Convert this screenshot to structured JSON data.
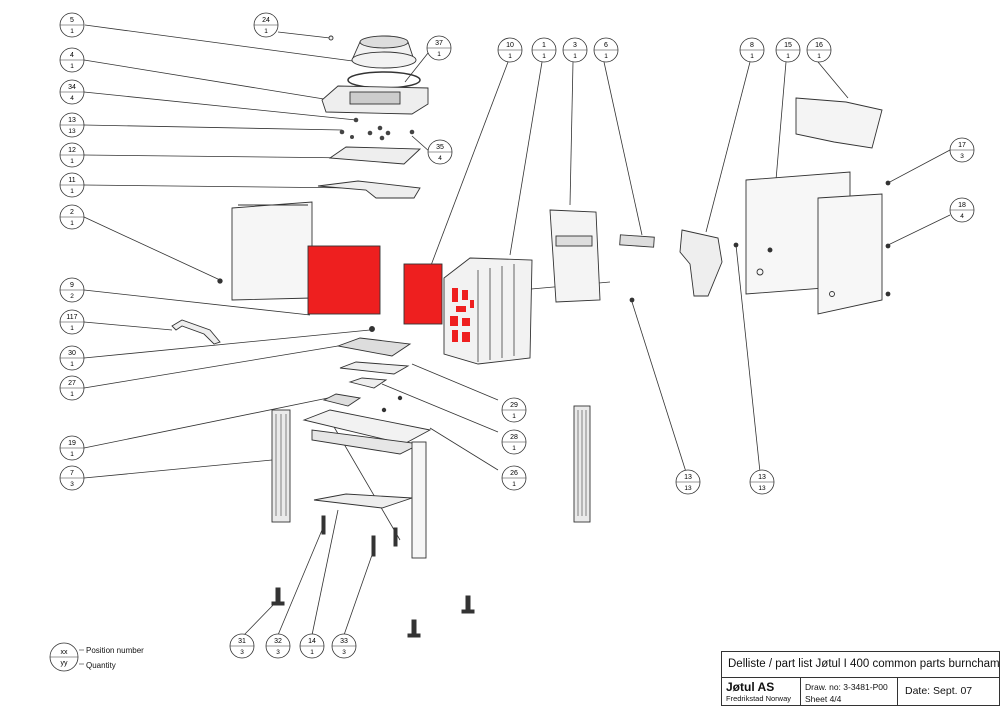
{
  "title_block": {
    "title": "Delliste / part list Jøtul I 400  common parts burnchamber",
    "company": "Jøtul AS",
    "location": "Fredrikstad Norway",
    "drawing_no": "Draw. no: 3-3481-P00",
    "sheet": "Sheet 4/4",
    "date": "Date: Sept. 07"
  },
  "legend": {
    "top": "xx",
    "bottom": "yy",
    "position_label": "Position number",
    "quantity_label": "Quantity"
  },
  "colors": {
    "highlight": "#ee1f1f",
    "line": "#333333",
    "part_fill": "#f2f2f2"
  },
  "balloons": [
    {
      "pos": "5",
      "qty": "1"
    },
    {
      "pos": "24",
      "qty": "1"
    },
    {
      "pos": "37",
      "qty": "1"
    },
    {
      "pos": "4",
      "qty": "1"
    },
    {
      "pos": "34",
      "qty": "4"
    },
    {
      "pos": "13",
      "qty": "13"
    },
    {
      "pos": "35",
      "qty": "4"
    },
    {
      "pos": "12",
      "qty": "1"
    },
    {
      "pos": "11",
      "qty": "1"
    },
    {
      "pos": "2",
      "qty": "1"
    },
    {
      "pos": "9",
      "qty": "2"
    },
    {
      "pos": "117",
      "qty": "1"
    },
    {
      "pos": "30",
      "qty": "1"
    },
    {
      "pos": "27",
      "qty": "1"
    },
    {
      "pos": "19",
      "qty": "1"
    },
    {
      "pos": "7",
      "qty": "3"
    },
    {
      "pos": "10",
      "qty": "1"
    },
    {
      "pos": "1",
      "qty": "1"
    },
    {
      "pos": "3",
      "qty": "1"
    },
    {
      "pos": "6",
      "qty": "1"
    },
    {
      "pos": "8",
      "qty": "1"
    },
    {
      "pos": "15",
      "qty": "1"
    },
    {
      "pos": "16",
      "qty": "1"
    },
    {
      "pos": "17",
      "qty": "3"
    },
    {
      "pos": "18",
      "qty": "4"
    },
    {
      "pos": "29",
      "qty": "1"
    },
    {
      "pos": "28",
      "qty": "1"
    },
    {
      "pos": "26",
      "qty": "1"
    },
    {
      "pos": "13",
      "qty": "13"
    },
    {
      "pos": "13",
      "qty": "13"
    },
    {
      "pos": "31",
      "qty": "3"
    },
    {
      "pos": "32",
      "qty": "3"
    },
    {
      "pos": "14",
      "qty": "1"
    },
    {
      "pos": "33",
      "qty": "3"
    }
  ]
}
